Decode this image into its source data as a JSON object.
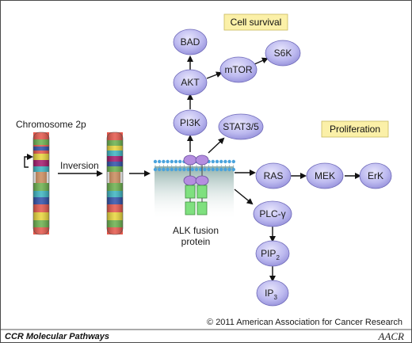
{
  "diagram": {
    "chromosome_label": "Chromosome 2p",
    "inversion_label": "Inversion",
    "fusion_label": {
      "line1": "ALK fusion",
      "line2": "protein"
    },
    "tags": {
      "cell_survival": "Cell survival",
      "proliferation": "Proliferation"
    },
    "nodes": {
      "bad": "BAD",
      "akt": "AKT",
      "mtor": "mTOR",
      "s6k": "S6K",
      "pi3k": "PI3K",
      "stat": "STAT3/5",
      "ras": "RAS",
      "mek": "MEK",
      "erk": "ErK",
      "plc": "PLC-",
      "plc_greek": "γ",
      "pip": "PIP",
      "pip_sub": "2",
      "ip": "IP",
      "ip_sub": "3"
    }
  },
  "footer": {
    "copyright": "© 2011 American Association for Cancer Research",
    "brand": "CCR Molecular Pathways",
    "logo": "AACR"
  },
  "colors": {
    "node_fill": "#b7b4ec",
    "node_stroke": "#6d68b8",
    "tag_fill": "#fbf0a8",
    "membrane_head": "#4aa3dd",
    "cytoplasm_top": "#9fb8b4",
    "fusion_purple": "#b58ee0",
    "fusion_green": "#7fe07f"
  }
}
